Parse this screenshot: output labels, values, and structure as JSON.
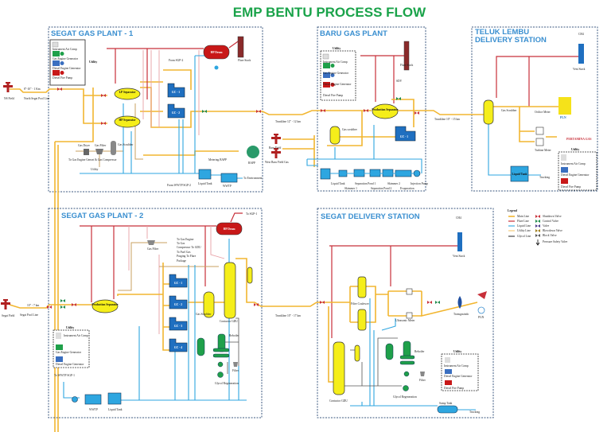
{
  "title": "EMP BENTU PROCESS FLOW",
  "colors": {
    "title": "#1aa34a",
    "section_title": "#3a8fd0",
    "main_line": "#f2b630",
    "flare_line": "#c8303a",
    "liquid_line": "#2ea6e0",
    "utility_line": "#c9a060",
    "glycol_line": "#555555",
    "vessel": "#f5ee1a",
    "gas_compressor": "#1f6fc0",
    "hp_drum": "#c81818"
  },
  "utility_items": {
    "instrument_air": "Instrument Air Comp",
    "gas_engine": "Gas Engine Generator",
    "diesel_engine": "Diesel Engine Generator",
    "fire_pump": "Diesel Fire Pump"
  },
  "sgp1": {
    "title": "SEGAT GAS PLANT - 1",
    "utility": "Utility",
    "ns_field": "NS Field",
    "ns_line": "North Segat Pool Line",
    "ns_line_size": "8\"-10\" - 1 Km",
    "lp_sep": "LP Separator",
    "hp_sep": "HP Separator",
    "gc1": "GC - 1",
    "gc2": "GC - 2",
    "hp_drum": "HP Drum",
    "flare_stack": "Flare Stack",
    "from_sgp2": "From SGP-2",
    "gas_dryer": "Gas Dryer",
    "gas_filter": "Gas Filter",
    "gas_scrubber": "Gas Scrubber",
    "to_gas_engine": "To Gas Engine Genset & Gas Compressor",
    "utility2": "Utility",
    "metering": "Metering BAPP",
    "bapp": "BAPP",
    "liquid_tank": "Liquid Tank",
    "wwtp": "WWTP",
    "to_env": "To Environment",
    "from_wwtp": "From WWTP SGP-2",
    "trunk_label": "Trunkline 12\" - 12 km"
  },
  "baru": {
    "title": "BARU GAS PLANT",
    "utility": "Utility",
    "flare_stack": "Flare Stack",
    "sdv": "SDV",
    "prod_sep": "Production Separator",
    "gas_scrubber": "Gas scrubber",
    "gc1": "GC - 1",
    "baru_field": "Baru Field",
    "west_baru": "West Baru Field Gas",
    "bottom": [
      "Liquid Tank",
      "Skimmer 1",
      "Separation Pond 1",
      "Separation Pond 2",
      "Skimmer 2",
      "Evaporation",
      "Injection Pump"
    ],
    "trunk_label": "Trunkline 10\" - 15 km"
  },
  "teluk": {
    "title_1": "TELUK LEMBU",
    "title_2": "DELIVERY STATION",
    "ch4": "CH4",
    "vent_stack": "Vent Stack",
    "gas_scrubber": "Gas Scrubber",
    "orifice": "Orifice Meter",
    "turbine": "Turbine Meter",
    "pln": "PLN",
    "pertamina": "PERTAMINA GAS",
    "liquid_tank": "Liquid Tank",
    "trucking": "Trucking",
    "utility": "Utility"
  },
  "sgp2": {
    "title": "SEGAT GAS PLANT - 2",
    "to_sgp1": "To SGP-1",
    "hp_drum": "HP Drum",
    "segat_field": "Segat Field",
    "segat_line": "Segat Pool Line",
    "segat_line_size": "10\" - 7 km",
    "prod_sep": "Production Separator",
    "gas_filter": "Gas Filter",
    "gas_dest": [
      "To Gas Engine",
      "To Gas",
      "Compressor To GDU",
      "To Fuel Gas",
      "Purging To Flare",
      "Package"
    ],
    "gc": [
      "GC - 1",
      "GC - 2",
      "GC - 3",
      "GC - 4"
    ],
    "gas_scrubber": "Gas Scrubber",
    "contactor": "Contactor GDU",
    "reboiler": "Reboiler",
    "filter": "Filter",
    "glycol": "Glycol Regeneration",
    "utility": "Utility",
    "to_wwtp": "To WWTP SGP-1",
    "wwtp": "WWTP",
    "liquid_tank": "Liquid Tank",
    "trunk_label": "Trunkline 10\" - 17 km"
  },
  "sds": {
    "title": "SEGAT DELIVERY STATION",
    "ch4": "CH4",
    "vent_stack": "Vent Stack",
    "filter_coal": "Filter Coalescer",
    "ultrasonic": "Ultrasonic Meter",
    "contactor": "Contactor GDU",
    "reboiler": "Reboiler",
    "filter": "Filter",
    "glycol": "Glycol Regeneration",
    "utility": "Utility",
    "sump_tank": "Sump Tank",
    "trucking": "Trucking",
    "customer_1": "Transgasindo",
    "customer_2": "PGN"
  },
  "legend": {
    "title": "Legend",
    "lines": [
      "Main Line",
      "Flare Line",
      "Liquid Line",
      "Utility Line",
      "Glycol Line"
    ],
    "valves": [
      "Shutdown Valve",
      "Control Valve",
      "Valve",
      "Blowdown Valve",
      "Block Valve",
      "Pressure Safety Valve"
    ]
  }
}
